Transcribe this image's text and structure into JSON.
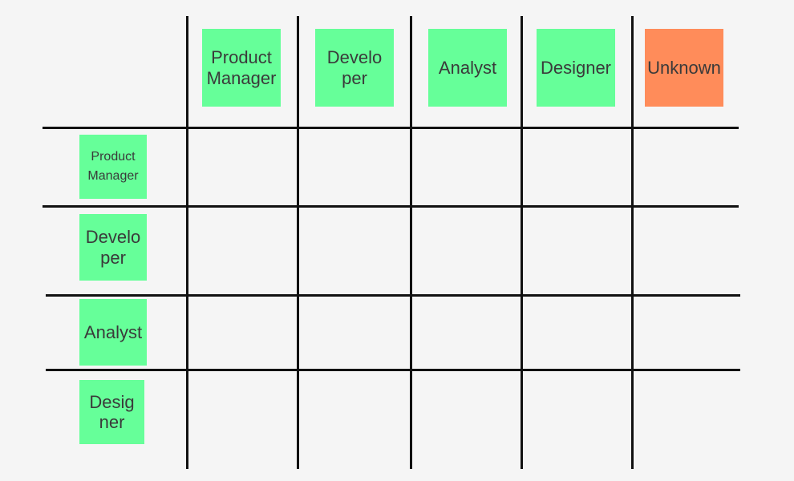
{
  "colors": {
    "role_note": "#66ff99",
    "unknown_note": "#ff8c5a",
    "grid_line": "#111111",
    "background": "#f5f5f5"
  },
  "columns": [
    {
      "lines": [
        "Product",
        "Manager"
      ]
    },
    {
      "lines": [
        "Develo",
        "per"
      ]
    },
    {
      "lines": [
        "Analyst"
      ]
    },
    {
      "lines": [
        "Designer"
      ]
    },
    {
      "lines": [
        "Unknown"
      ]
    }
  ],
  "rows": [
    {
      "lines": [
        "Product",
        "Manager"
      ]
    },
    {
      "lines": [
        "Develo",
        "per"
      ]
    },
    {
      "lines": [
        "Analyst"
      ]
    },
    {
      "lines": [
        "Desig",
        "ner"
      ]
    }
  ]
}
